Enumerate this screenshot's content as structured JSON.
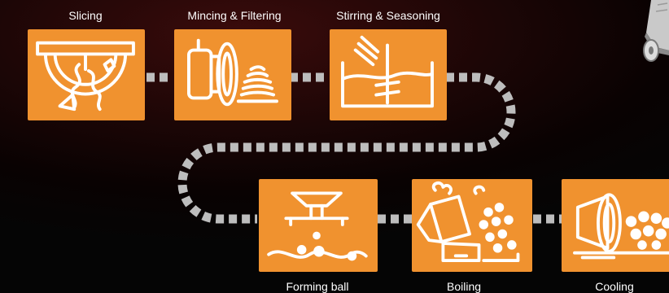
{
  "steps": [
    {
      "id": "slicing",
      "label": "Slicing",
      "icon": "slicer-icon"
    },
    {
      "id": "mincing",
      "label": "Mincing & Filtering",
      "icon": "mincer-icon"
    },
    {
      "id": "stirring",
      "label": "Stirring & Seasoning",
      "icon": "mixer-icon"
    },
    {
      "id": "forming",
      "label": "Forming ball",
      "icon": "ball-former-icon"
    },
    {
      "id": "boiling",
      "label": "Boiling",
      "icon": "boiler-icon"
    },
    {
      "id": "cooling",
      "label": "Cooling",
      "icon": "cooler-icon"
    }
  ],
  "colors": {
    "tile": "#f0922f",
    "connector": "#bdbdbd",
    "label": "#ffffff",
    "background": "#0a0303"
  }
}
